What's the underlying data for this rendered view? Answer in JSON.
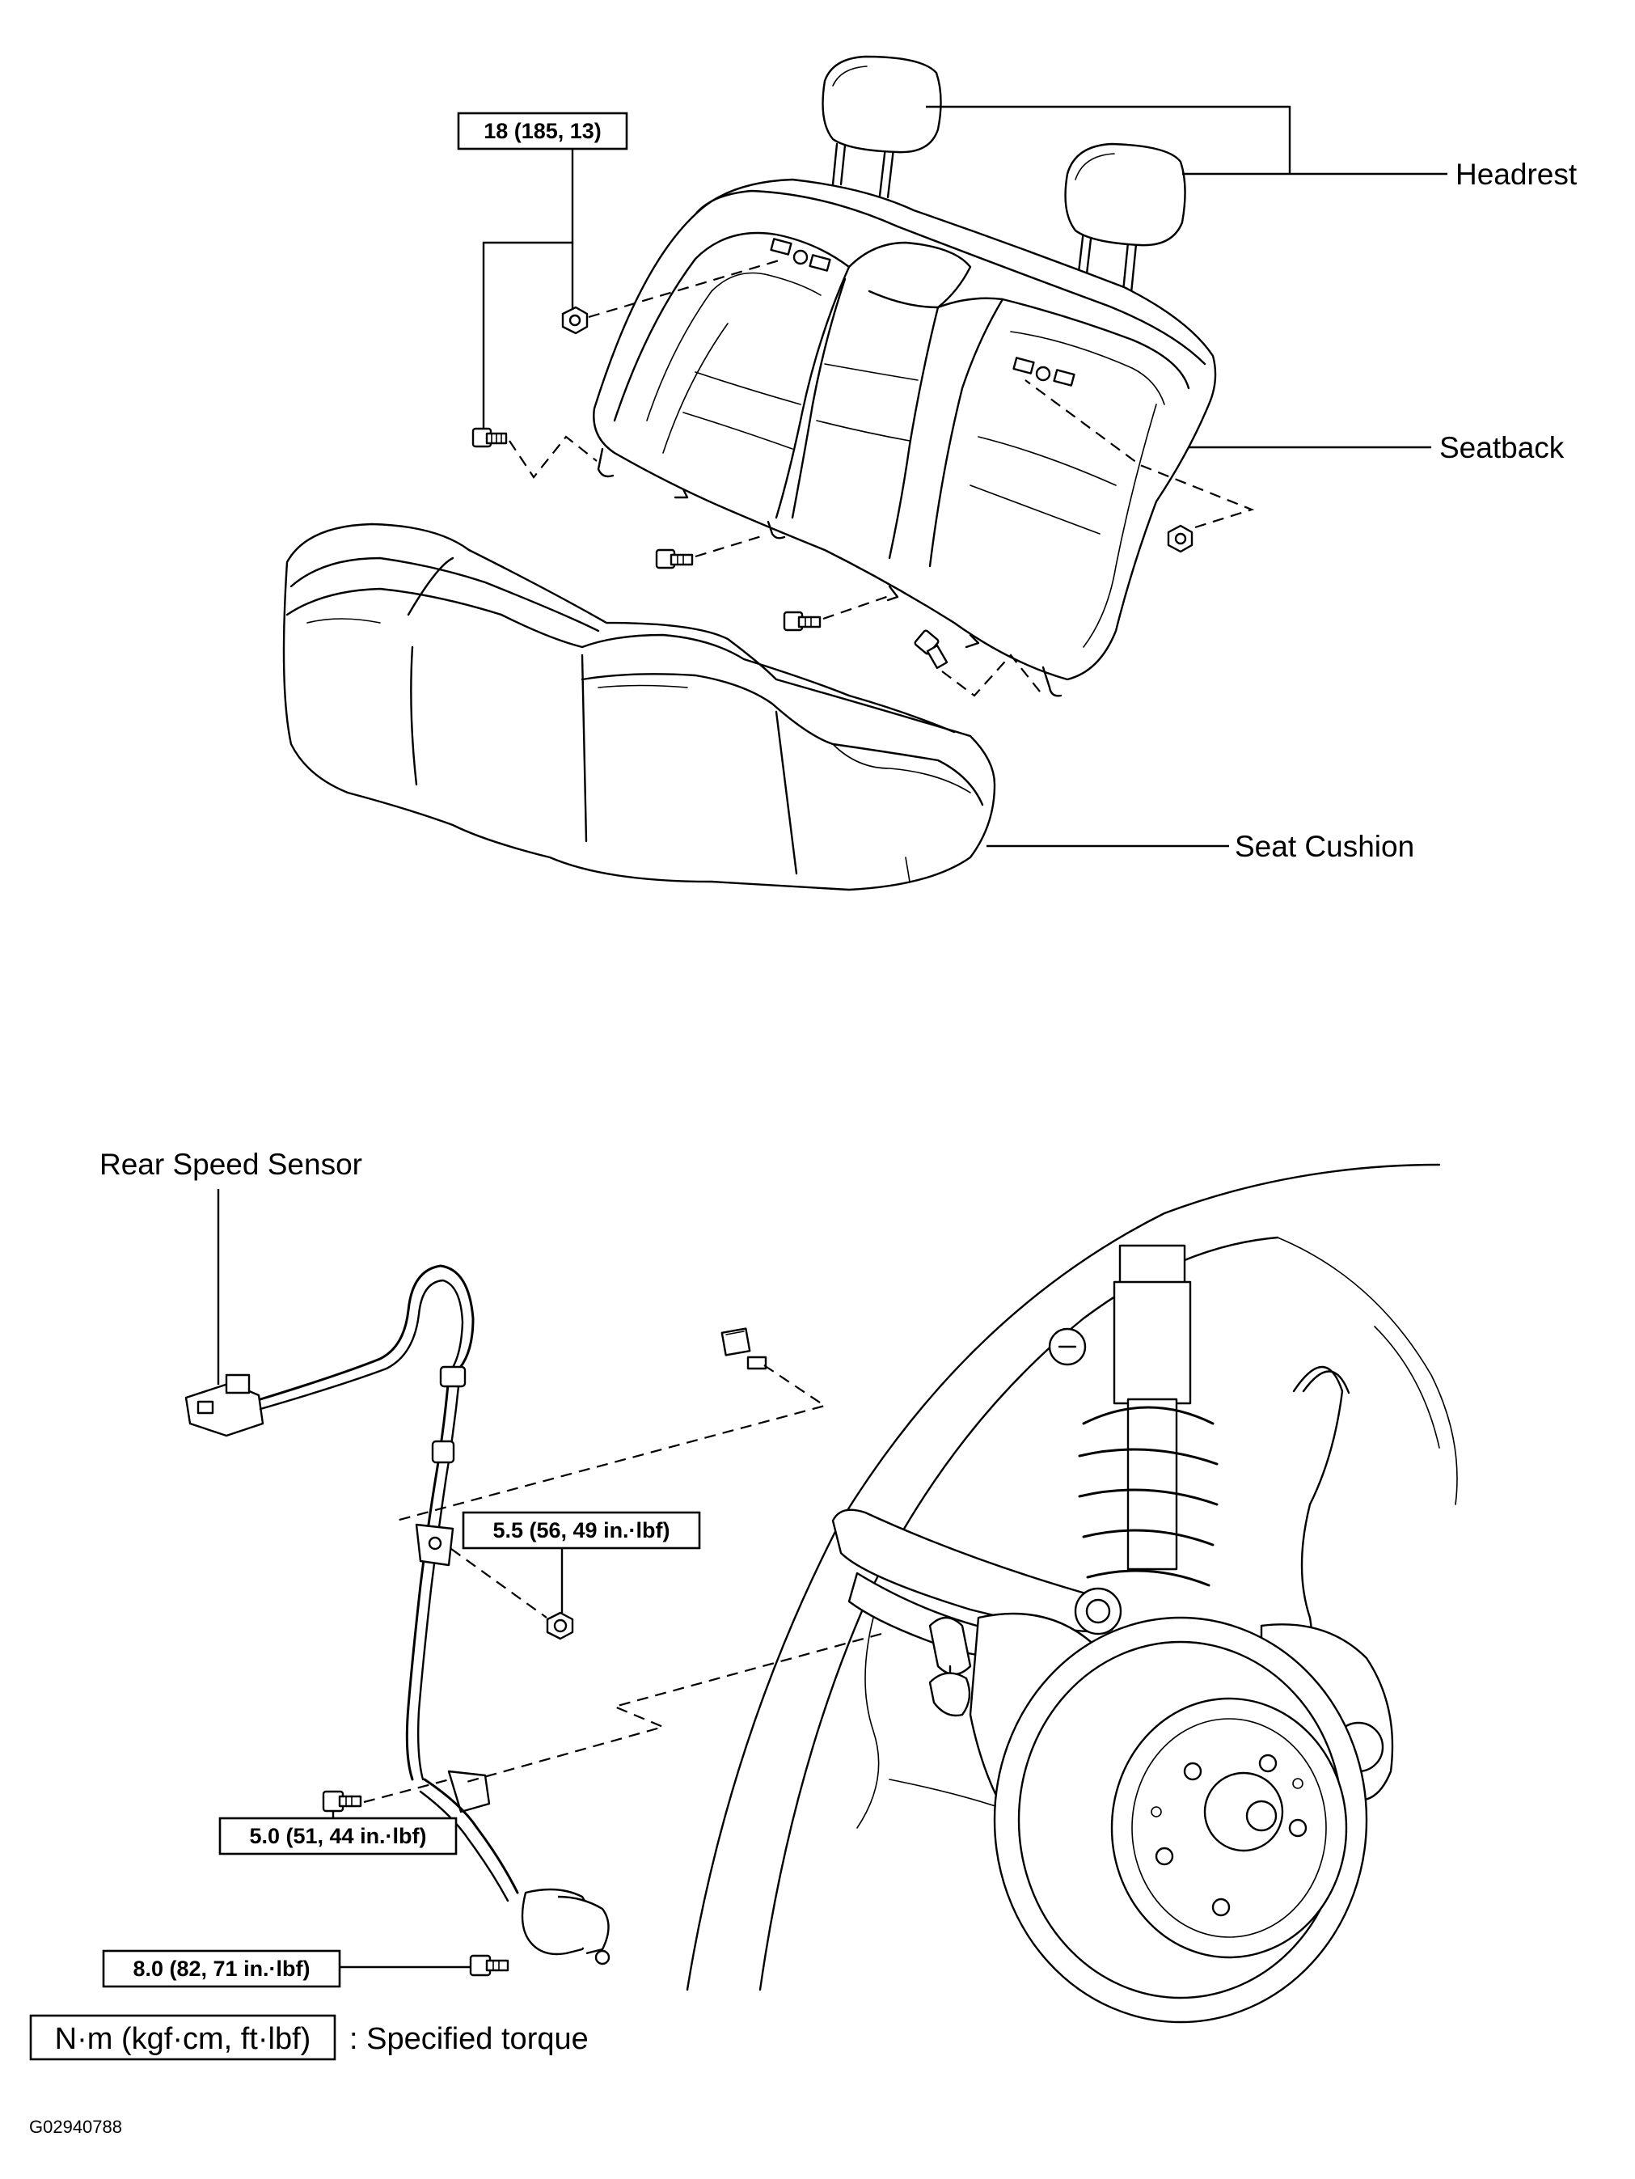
{
  "seat_section": {
    "labels": {
      "headrest": "Headrest",
      "seatback": "Seatback",
      "seat_cushion": "Seat Cushion"
    },
    "torque_seatback_nut": "18 (185, 13)"
  },
  "sensor_section": {
    "labels": {
      "rear_speed_sensor": "Rear Speed Sensor"
    },
    "torques": {
      "clamp_nut": "5.5 (56, 49 in.·lbf)",
      "harness_bolt": "5.0 (51, 44 in.·lbf)",
      "sensor_bolt": "8.0 (82, 71 in.·lbf)"
    }
  },
  "legend": {
    "unit_box": "N·m (kgf·cm, ft·lbf)",
    "description": ": Specified torque"
  },
  "figure_code": "G02940788"
}
